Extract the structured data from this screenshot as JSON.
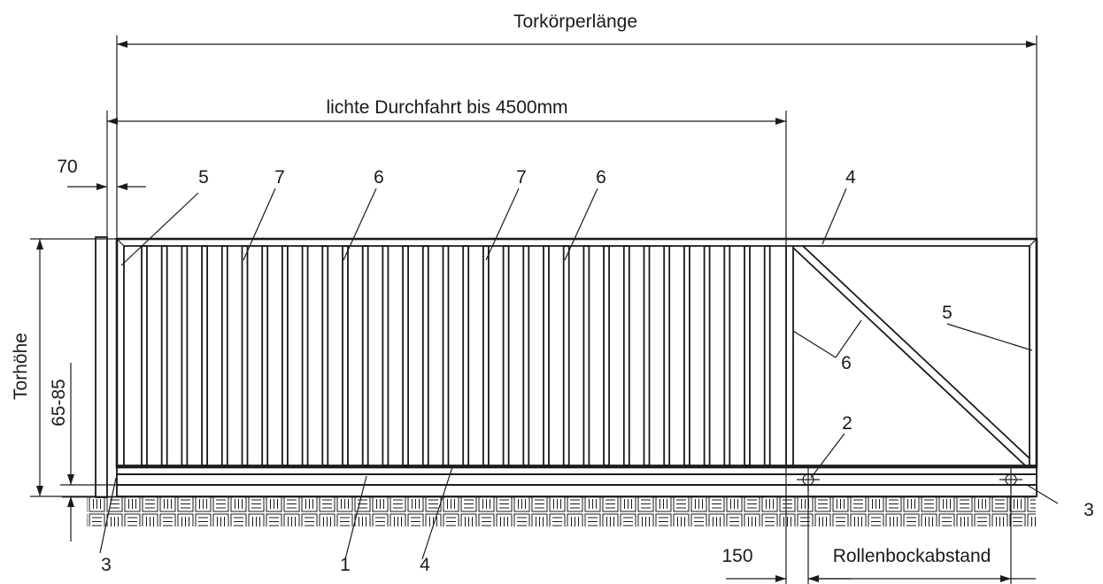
{
  "labels": {
    "overall_length": "Torkörperlänge",
    "clear_passage": "lichte Durchfahrt bis 4500mm",
    "post_offset": "70",
    "gate_height": "Torhöhe",
    "ground_clearance": "65-85",
    "end_offset": "150",
    "roller_spacing": "Rollenbockabstand"
  },
  "callouts": [
    {
      "num": "5"
    },
    {
      "num": "7"
    },
    {
      "num": "6"
    },
    {
      "num": "7"
    },
    {
      "num": "6"
    },
    {
      "num": "4"
    },
    {
      "num": "5"
    },
    {
      "num": "6"
    },
    {
      "num": "2"
    },
    {
      "num": "3"
    },
    {
      "num": "3"
    },
    {
      "num": "1"
    },
    {
      "num": "4"
    }
  ]
}
